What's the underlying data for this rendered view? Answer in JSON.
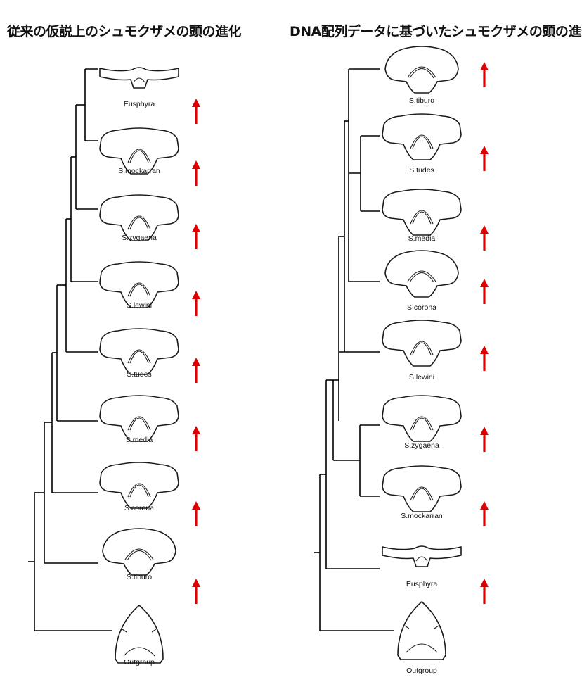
{
  "colors": {
    "arrow": "#e00000",
    "lines": "#000000"
  },
  "panels": [
    {
      "title": "従来の仮説上のシュモクザメの頭の進化",
      "taxa": [
        {
          "label": "Eusphyra",
          "shape": "winghead"
        },
        {
          "label": "S.mockarran",
          "shape": "hammer"
        },
        {
          "label": "S.zygaena",
          "shape": "hammer"
        },
        {
          "label": "S.lewini",
          "shape": "hammer"
        },
        {
          "label": "S.tudes",
          "shape": "hammer"
        },
        {
          "label": "S.media",
          "shape": "hammer"
        },
        {
          "label": "S.corona",
          "shape": "hammer"
        },
        {
          "label": "S.tiburo",
          "shape": "bonnet"
        },
        {
          "label": "Outgroup",
          "shape": "pointed"
        }
      ],
      "arrows_between": 8
    },
    {
      "title": "DNA配列データに基づいたシュモクザメの頭の進化",
      "taxa": [
        {
          "label": "S.tiburo",
          "shape": "bonnet"
        },
        {
          "label": "S.tudes",
          "shape": "hammer"
        },
        {
          "label": "S.media",
          "shape": "hammer"
        },
        {
          "label": "S.corona",
          "shape": "bonnet"
        },
        {
          "label": "S.lewini",
          "shape": "hammer"
        },
        {
          "label": "S.zygaena",
          "shape": "hammer"
        },
        {
          "label": "S.mockarran",
          "shape": "hammer"
        },
        {
          "label": "Eusphyra",
          "shape": "winghead"
        },
        {
          "label": "Outgroup",
          "shape": "pointed"
        }
      ],
      "arrows_between": 8
    }
  ]
}
